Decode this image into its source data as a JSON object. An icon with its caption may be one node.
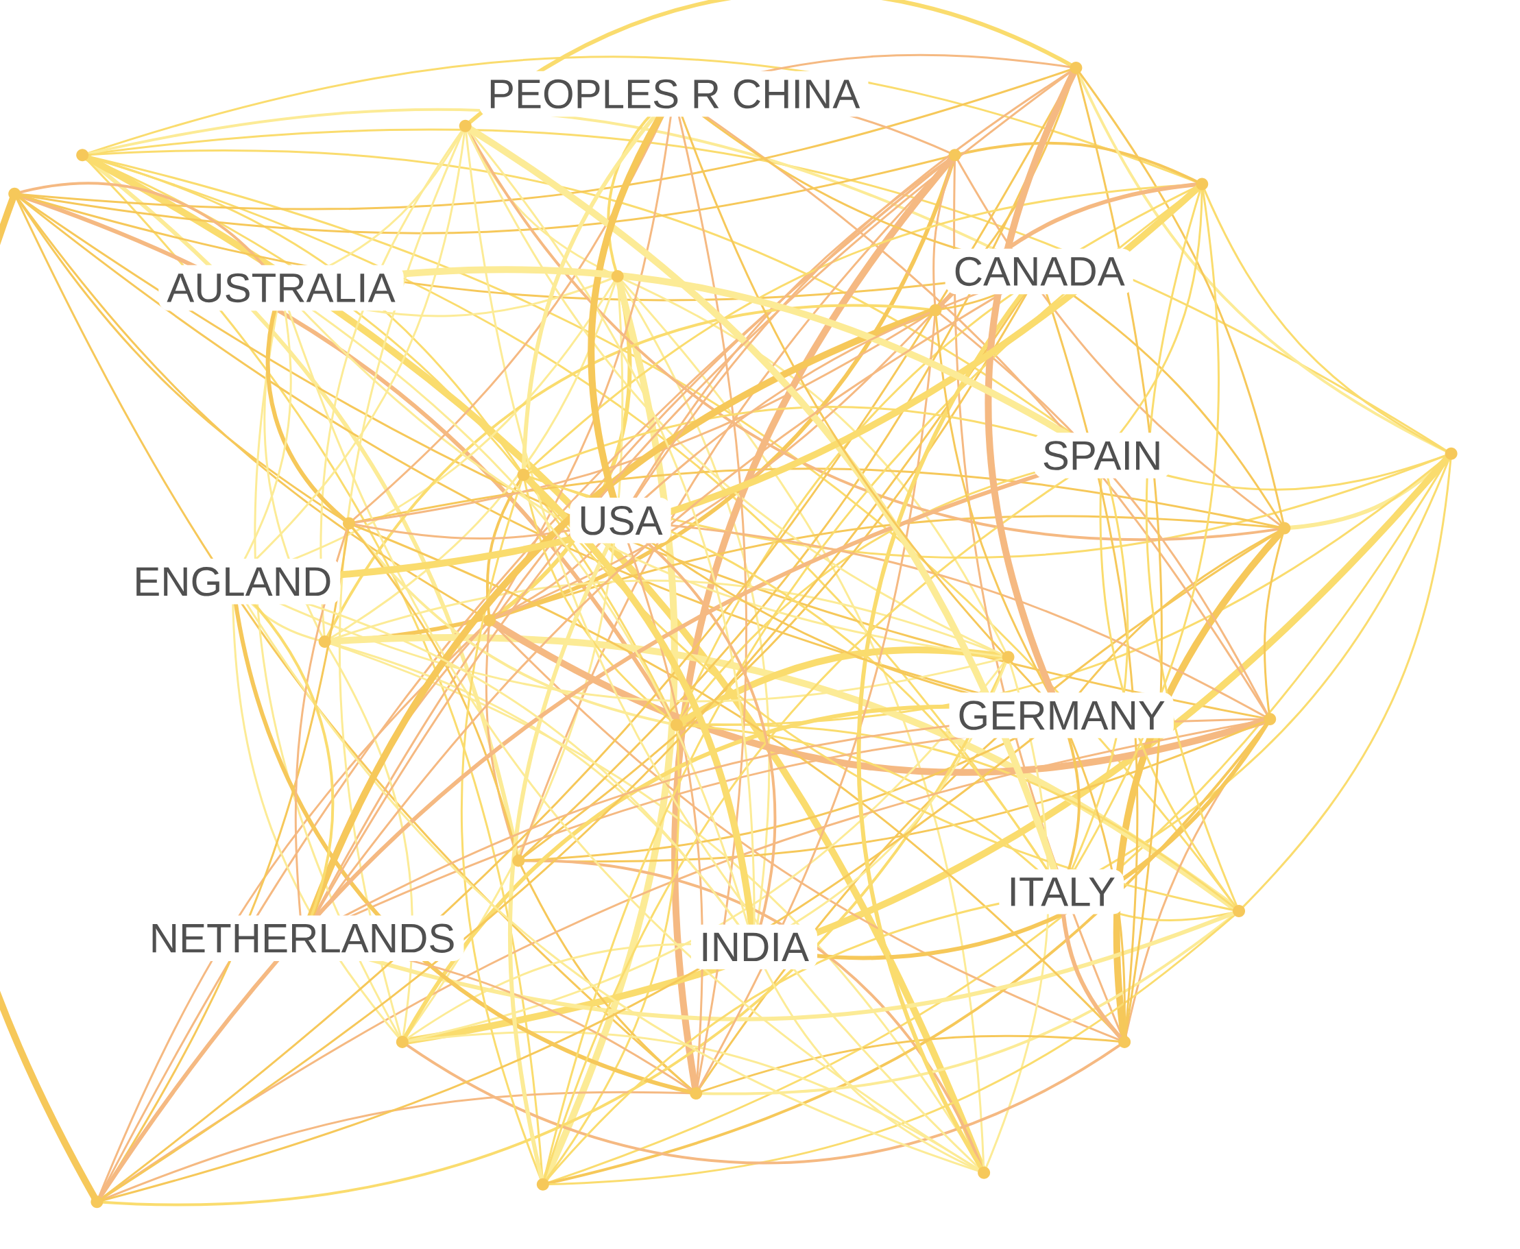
{
  "diagram": {
    "labels": [
      "PEOPLES R CHINA",
      "AUSTRALIA",
      "CANADA",
      "SPAIN",
      "USA",
      "ENGLAND",
      "GERMANY",
      "ITALY",
      "NETHERLANDS",
      "INDIA"
    ]
  }
}
